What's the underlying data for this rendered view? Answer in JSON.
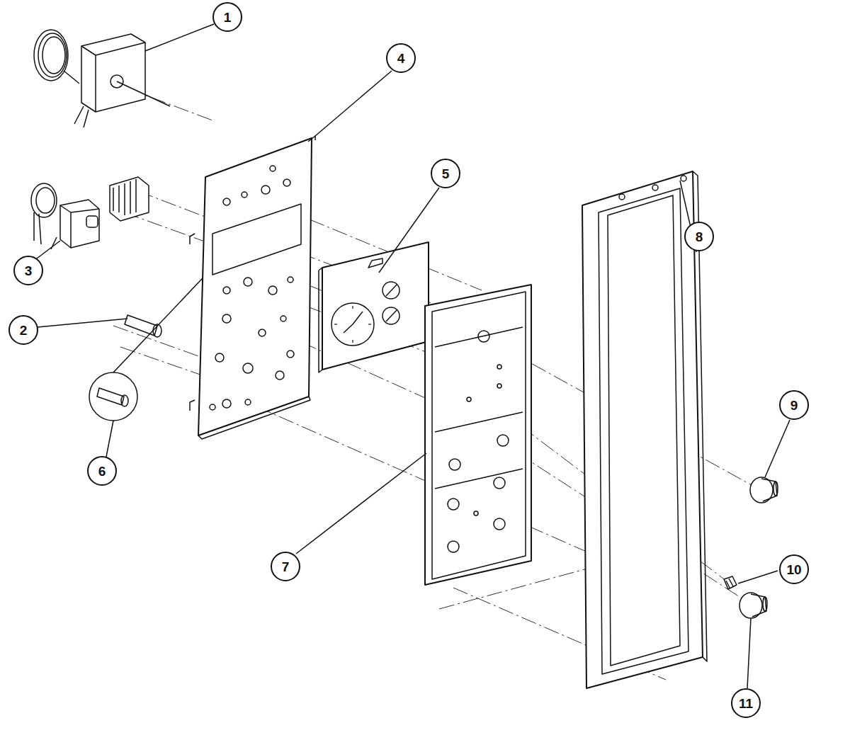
{
  "diagram": {
    "nodes": [
      {
        "text": [
          "1"
        ]
      },
      {
        "text": [
          "4"
        ]
      },
      {
        "text": [
          "5"
        ]
      },
      {
        "text": [
          "8"
        ]
      },
      {
        "text": [
          "3"
        ]
      },
      {
        "text": [
          "9"
        ]
      },
      {
        "text": [
          "2"
        ]
      },
      {
        "text": [
          "6"
        ]
      },
      {
        "text": [
          "7"
        ]
      },
      {
        "text": [
          "10"
        ]
      },
      {
        "text": [
          "11"
        ]
      }
    ]
  }
}
